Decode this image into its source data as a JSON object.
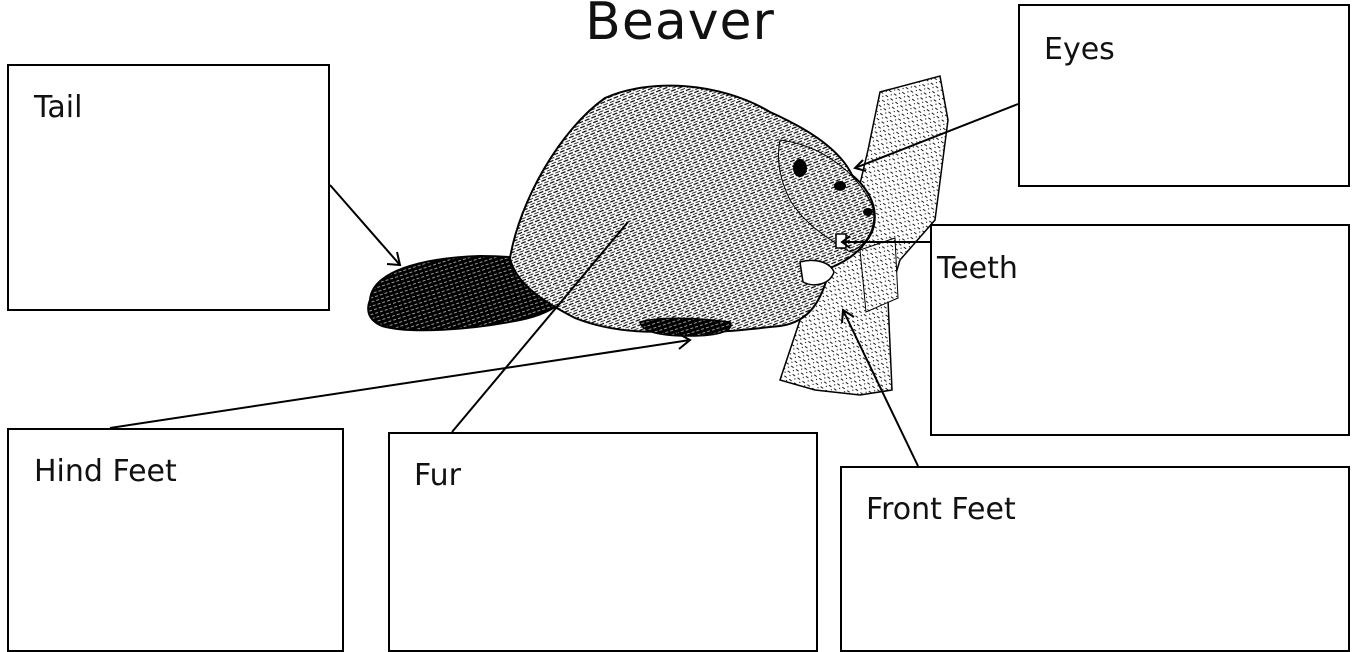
{
  "title": "Beaver",
  "labels": {
    "tail": "Tail",
    "eyes": "Eyes",
    "teeth": "Teeth",
    "hind_feet": "Hind Feet",
    "fur": "Fur",
    "front_feet": "Front Feet"
  },
  "colors": {
    "stroke": "#000000",
    "background": "#ffffff"
  }
}
